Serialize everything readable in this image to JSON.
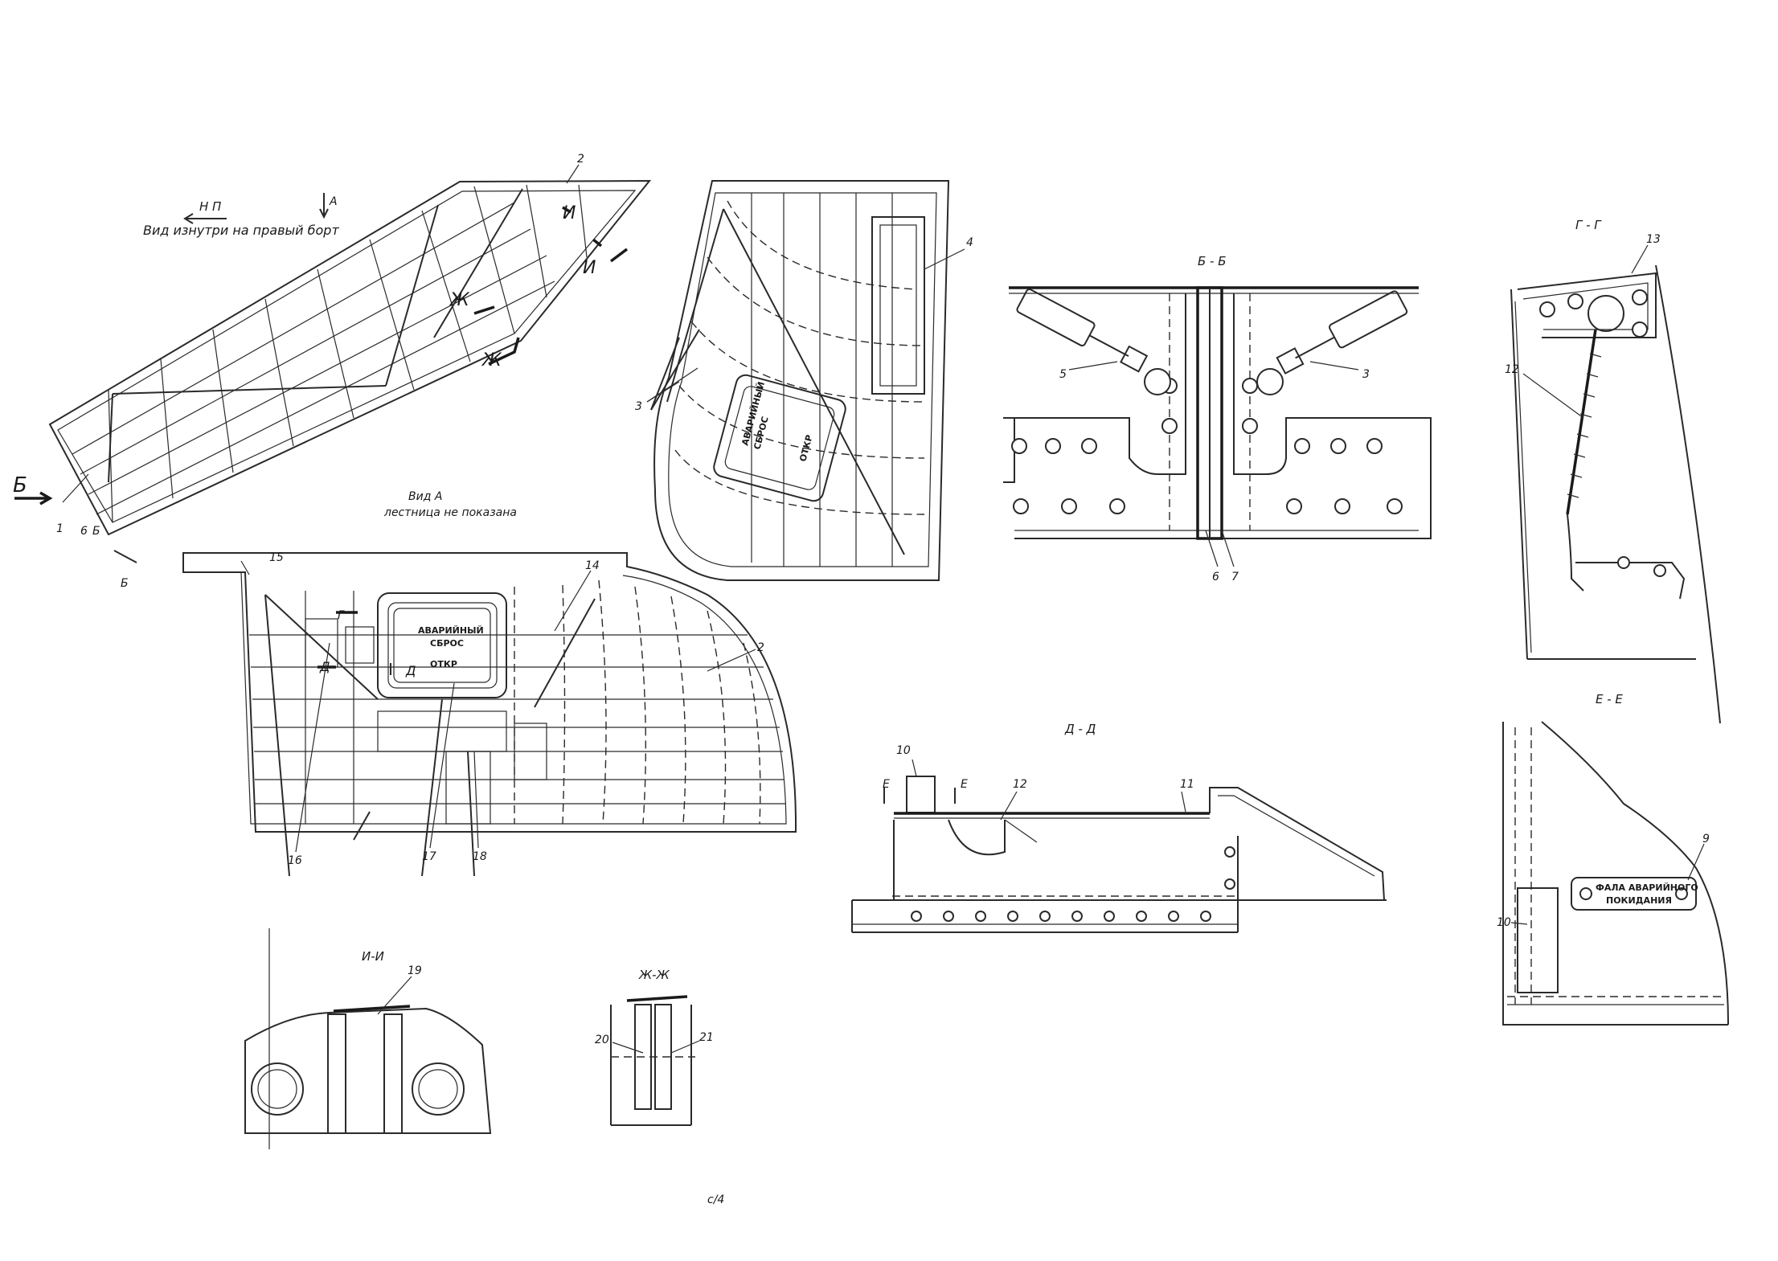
{
  "labels": {
    "np": "Н П",
    "inside_view": "Вид изнутри на правый борт",
    "a": "А",
    "b_arrow": "Б",
    "b_small": "Б",
    "zh": "Ж",
    "i": "И",
    "view_a": "Вид А",
    "ladder_note": "лестница не показана",
    "sec_bb": "Б - Б",
    "sec_gg": "Г - Г",
    "sec_dd": "Д - Д",
    "sec_ee": "Е - Е",
    "sec_ii": "И-И",
    "sec_zhzh": "Ж-Ж",
    "g": "Г",
    "d": "Д",
    "e": "Е",
    "stamp": "с/4"
  },
  "plates": {
    "hatch_line1": "АВАРИЙНЫЙ",
    "hatch_line2": "СБРОС",
    "hatch_open": "ОТКР",
    "rope_line1": "ФАЛА АВАРИЙНОГО",
    "rope_line2": "ПОКИДАНИЯ"
  },
  "items": {
    "n1": "1",
    "n2": "2",
    "n3": "3",
    "n4": "4",
    "n5": "5",
    "n6": "6",
    "n7": "7",
    "n9": "9",
    "n10": "10",
    "n11": "11",
    "n12": "12",
    "n13": "13",
    "n14": "14",
    "n15": "15",
    "n16": "16",
    "n17": "17",
    "n18": "18",
    "n19": "19",
    "n20": "20",
    "n21": "21"
  }
}
